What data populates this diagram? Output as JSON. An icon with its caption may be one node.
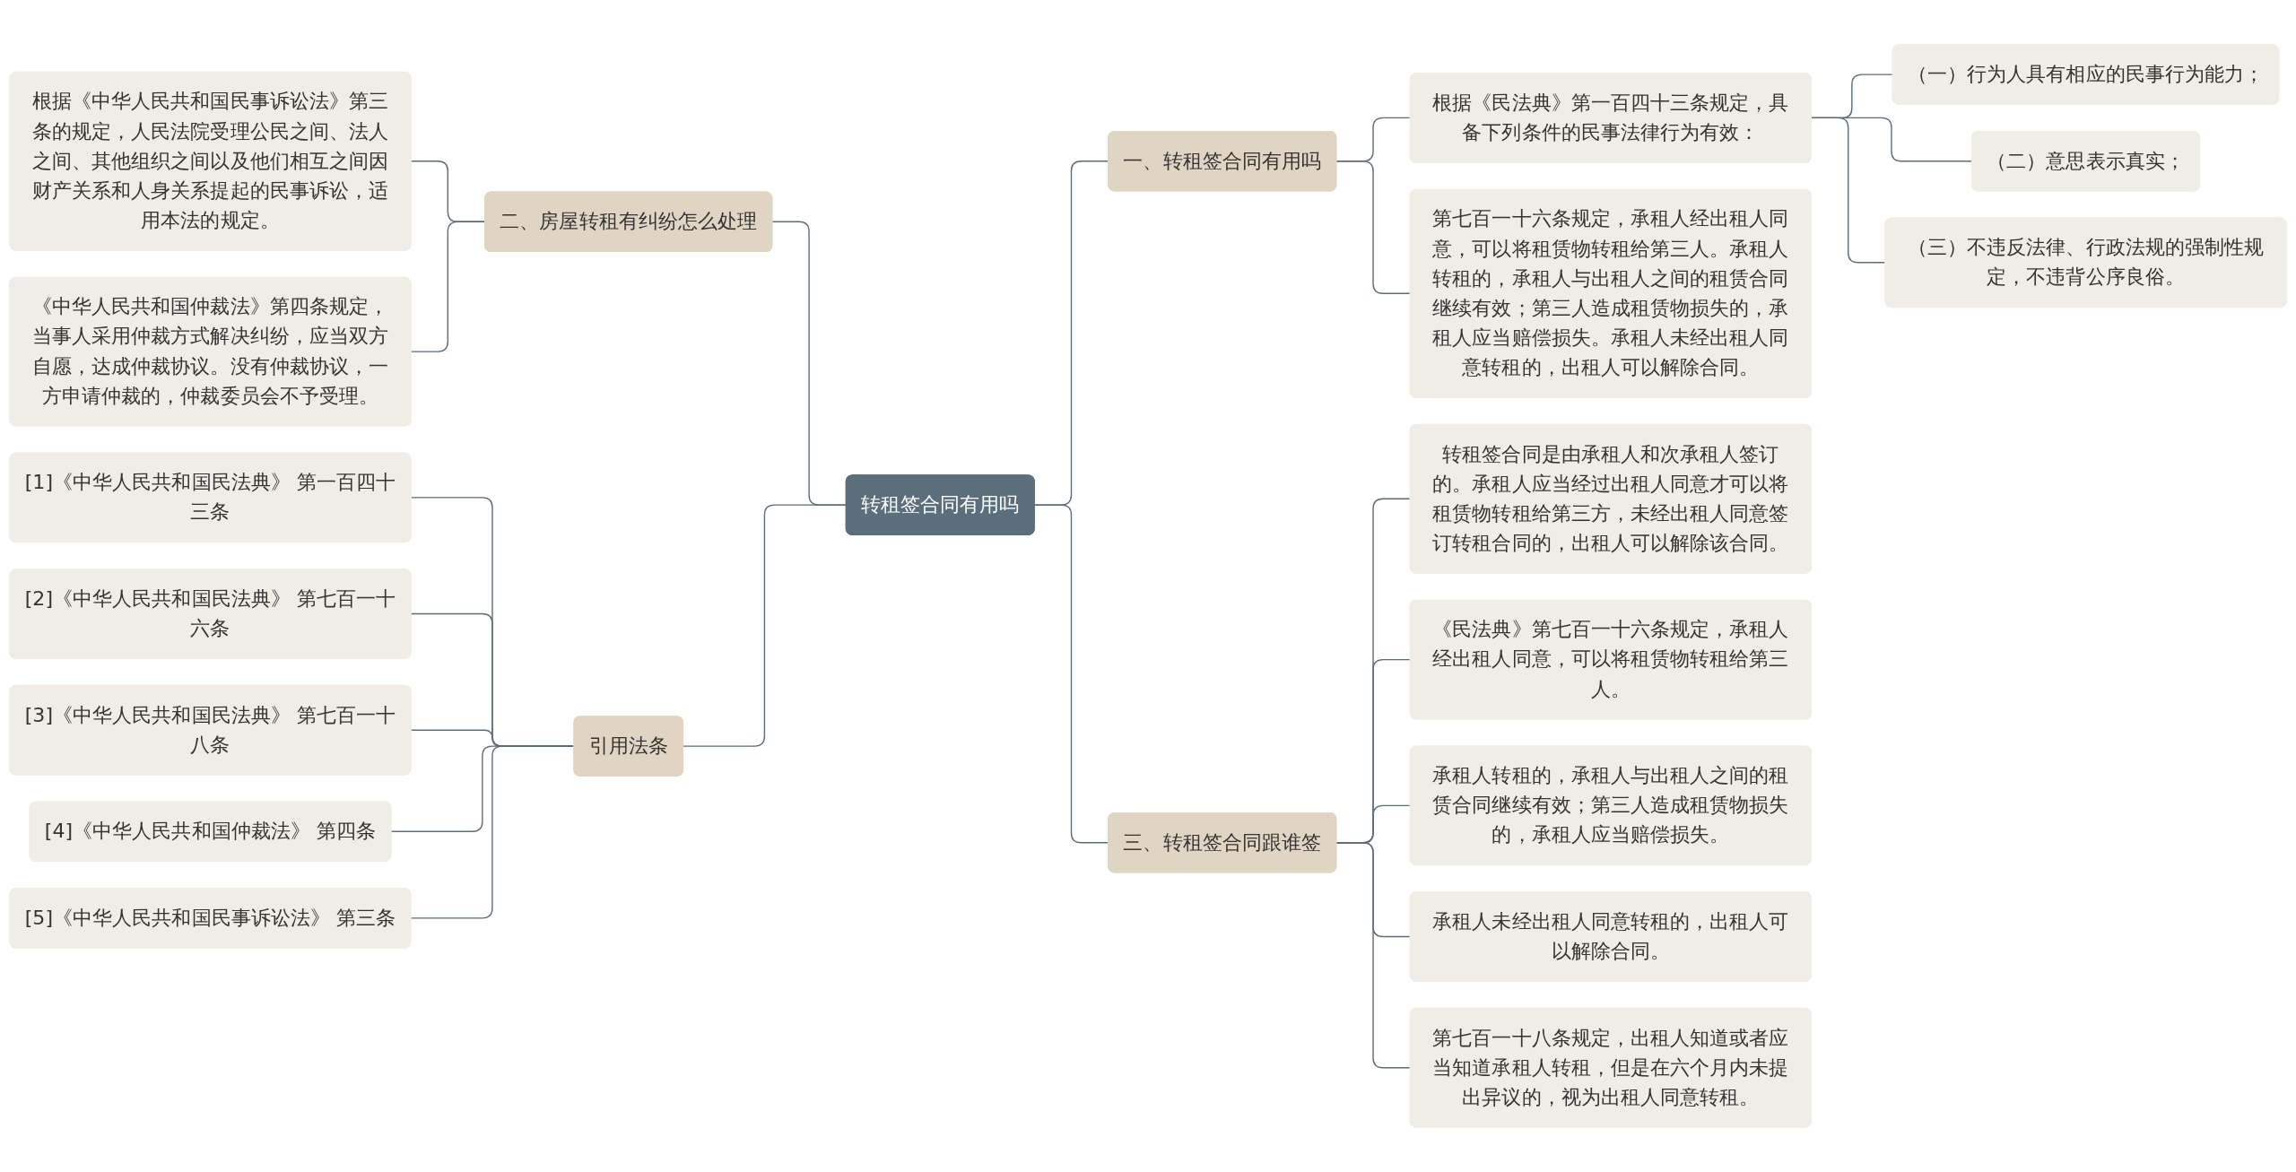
{
  "diagram": {
    "nodes": [
      {
        "text": [
          "转租签合同有用吗"
        ]
      },
      {
        "text": [
          "一、转租签合同有用吗"
        ]
      },
      {
        "text": [
          "根据《民法典》第一百四十三条规定，具备下列条件的民事法律行为有效："
        ]
      },
      {
        "text": [
          "（一）行为人具有相应的民事行为能力；"
        ]
      },
      {
        "text": [
          "（二）意思表示真实；"
        ]
      },
      {
        "text": [
          "（三）不违反法律、行政法规的强制性规定，不违背公序良俗。"
        ]
      },
      {
        "text": [
          "第七百一十六条规定，承租人经出租人同意，可以将租赁物转租给第三人。承租人转租的，承租人与出租人之间的租赁合同继续有效；第三人造成租赁物损失的，承租人应当赔偿损失。承租人未经出租人同意转租的，出租人可以解除合同。"
        ]
      },
      {
        "text": [
          "二、房屋转租有纠纷怎么处理"
        ]
      },
      {
        "text": [
          "根据《中华人民共和国民事诉讼法》第三条的规定，人民法院受理公民之间、法人之间、其他组织之间以及他们相互之间因财产关系和人身关系提起的民事诉讼，适用本法的规定。"
        ]
      },
      {
        "text": [
          "《中华人民共和国仲裁法》第四条规定，当事人采用仲裁方式解决纠纷，应当双方自愿，达成仲裁协议。没有仲裁协议，一方申请仲裁的，仲裁委员会不予受理。"
        ]
      },
      {
        "text": [
          "三、转租签合同跟谁签"
        ]
      },
      {
        "text": [
          "转租签合同是由承租人和次承租人签订的。承租人应当经过出租人同意才可以将租赁物转租给第三方，未经出租人同意签订转租合同的，出租人可以解除该合同。"
        ]
      },
      {
        "text": [
          "《民法典》第七百一十六条规定，承租人经出租人同意，可以将租赁物转租给第三人。"
        ]
      },
      {
        "text": [
          "承租人转租的，承租人与出租人之间的租赁合同继续有效；第三人造成租赁物损失的，承租人应当赔偿损失。"
        ]
      },
      {
        "text": [
          "承租人未经出租人同意转租的，出租人可以解除合同。"
        ]
      },
      {
        "text": [
          "第七百一十八条规定，出租人知道或者应当知道承租人转租，但是在六个月内未提出异议的，视为出租人同意转租。"
        ]
      },
      {
        "text": [
          "引用法条"
        ]
      },
      {
        "text": [
          "[1]《中华人民共和国民法典》 第一百四十三条"
        ]
      },
      {
        "text": [
          "[2]《中华人民共和国民法典》 第七百一十六条"
        ]
      },
      {
        "text": [
          "[3]《中华人民共和国民法典》 第七百一十八条"
        ]
      },
      {
        "text": [
          "[4]《中华人民共和国仲裁法》 第四条"
        ]
      },
      {
        "text": [
          "[5]《中华人民共和国民事诉讼法》 第三条"
        ]
      }
    ],
    "edges": [
      {
        "from": 0,
        "to": 1,
        "arrow": "none"
      },
      {
        "from": 1,
        "to": 2,
        "arrow": "none"
      },
      {
        "from": 2,
        "to": 3,
        "arrow": "none"
      },
      {
        "from": 2,
        "to": 4,
        "arrow": "none"
      },
      {
        "from": 2,
        "to": 5,
        "arrow": "none"
      },
      {
        "from": 1,
        "to": 6,
        "arrow": "none"
      },
      {
        "from": 8,
        "to": 7,
        "arrow": "none"
      },
      {
        "from": 9,
        "to": 7,
        "arrow": "none"
      },
      {
        "from": 7,
        "to": 0,
        "arrow": "none"
      },
      {
        "from": 0,
        "to": 10,
        "arrow": "none"
      },
      {
        "from": 10,
        "to": 11,
        "arrow": "none"
      },
      {
        "from": 10,
        "to": 12,
        "arrow": "none"
      },
      {
        "from": 10,
        "to": 13,
        "arrow": "none"
      },
      {
        "from": 10,
        "to": 14,
        "arrow": "none"
      },
      {
        "from": 10,
        "to": 15,
        "arrow": "none"
      },
      {
        "from": 17,
        "to": 16,
        "arrow": "none"
      },
      {
        "from": 18,
        "to": 16,
        "arrow": "none"
      },
      {
        "from": 19,
        "to": 16,
        "arrow": "none"
      },
      {
        "from": 20,
        "to": 16,
        "arrow": "none"
      },
      {
        "from": 21,
        "to": 16,
        "arrow": "none"
      },
      {
        "from": 16,
        "to": 0,
        "arrow": "none"
      }
    ]
  }
}
